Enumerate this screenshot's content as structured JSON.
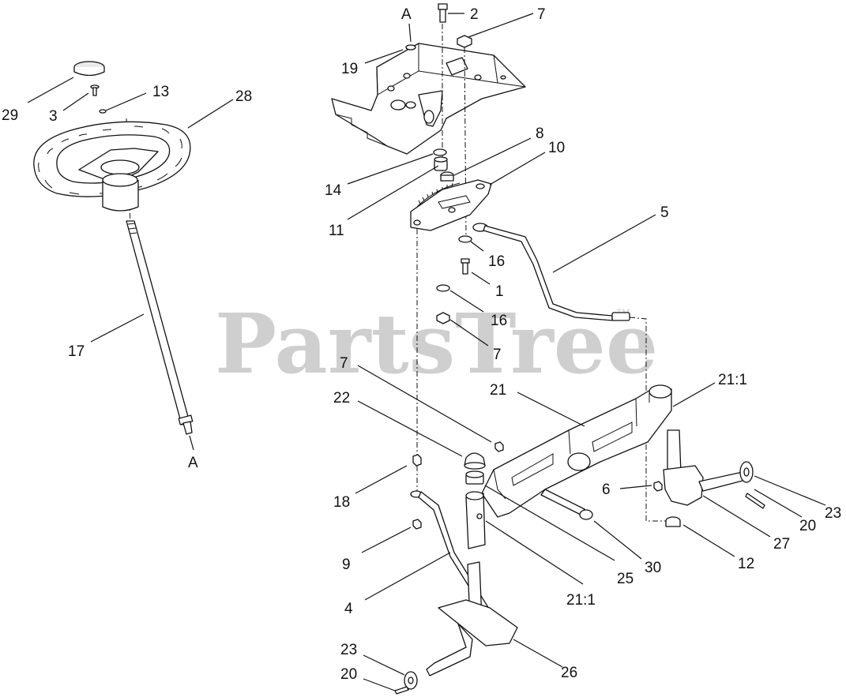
{
  "watermark": {
    "text": "PartsTree",
    "trademark": "TM"
  },
  "callouts": {
    "c1": "1",
    "c2": "2",
    "c3": "3",
    "c4": "4",
    "c5": "5",
    "c6": "6",
    "c7a": "7",
    "c7b": "7",
    "c7c": "7",
    "c8": "8",
    "c9": "9",
    "c10": "10",
    "c11": "11",
    "c12": "12",
    "c13": "13",
    "c14": "14",
    "c16a": "16",
    "c16b": "16",
    "c17": "17",
    "c18": "18",
    "c19": "19",
    "c20a": "20",
    "c20b": "20",
    "c21": "21",
    "c21_1a": "21:1",
    "c21_1b": "21:1",
    "c22": "22",
    "c23a": "23",
    "c23b": "23",
    "c25": "25",
    "c26": "26",
    "c27": "27",
    "c28": "28",
    "c29": "29",
    "c30": "30",
    "refA_top": "A",
    "refA_bottom": "A"
  }
}
